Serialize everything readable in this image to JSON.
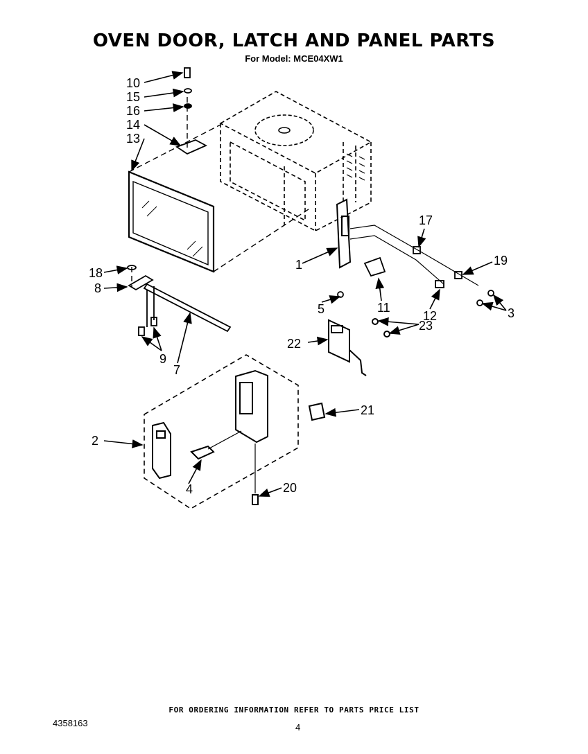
{
  "header": {
    "title": "OVEN DOOR, LATCH AND PANEL PARTS",
    "subtitle": "For Model: MCE04XW1"
  },
  "callouts": [
    "10",
    "15",
    "16",
    "14",
    "13",
    "18",
    "8",
    "9",
    "7",
    "1",
    "5",
    "11",
    "17",
    "19",
    "12",
    "3",
    "23",
    "22",
    "21",
    "2",
    "4",
    "20"
  ],
  "footer": {
    "note": "FOR ORDERING INFORMATION REFER TO PARTS PRICE LIST",
    "doc_number": "4358163",
    "page_number": "4"
  }
}
